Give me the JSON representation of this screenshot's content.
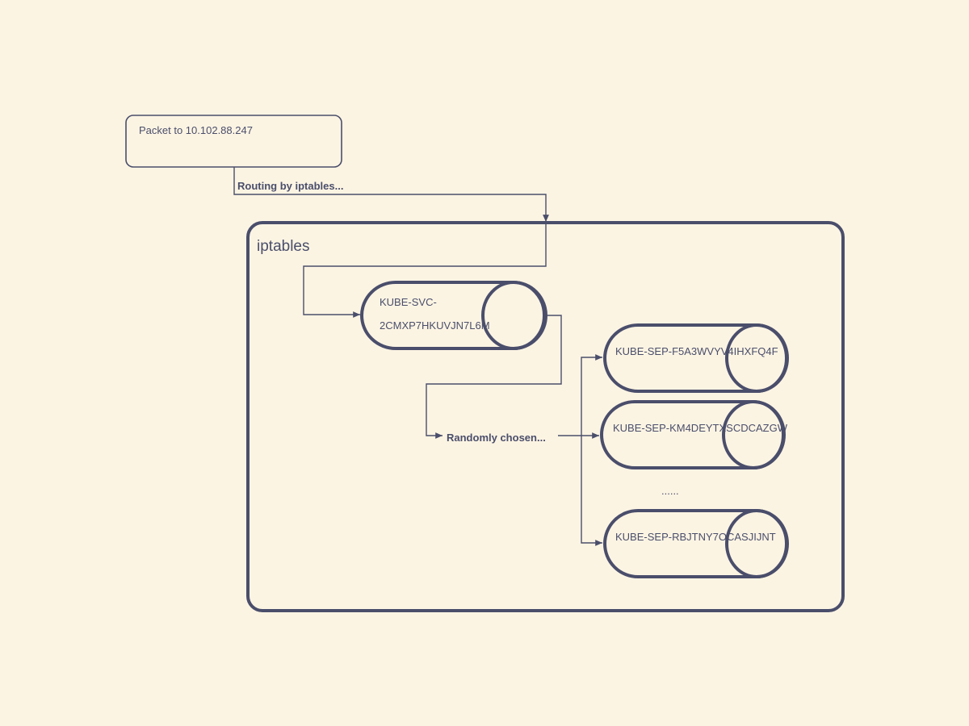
{
  "colors": {
    "background": "#FCF4E3",
    "stroke": "#4A4E6B"
  },
  "packet_box": {
    "label": "Packet to 10.102.88.247"
  },
  "routing_label": "Routing by iptables...",
  "iptables_container": {
    "label": "iptables"
  },
  "svc_chain": {
    "line1": "KUBE-SVC-",
    "line2": "2CMXP7HKUVJN7L6M"
  },
  "random_label": "Randomly chosen...",
  "sep_chains": [
    {
      "label": "KUBE-SEP-F5A3WVYV4IHXFQ4F"
    },
    {
      "label": "KUBE-SEP-KM4DEYTXSCDCAZGW"
    },
    {
      "label": "KUBE-SEP-RBJTNY7OCASJIJNT"
    }
  ],
  "ellipsis": "......"
}
